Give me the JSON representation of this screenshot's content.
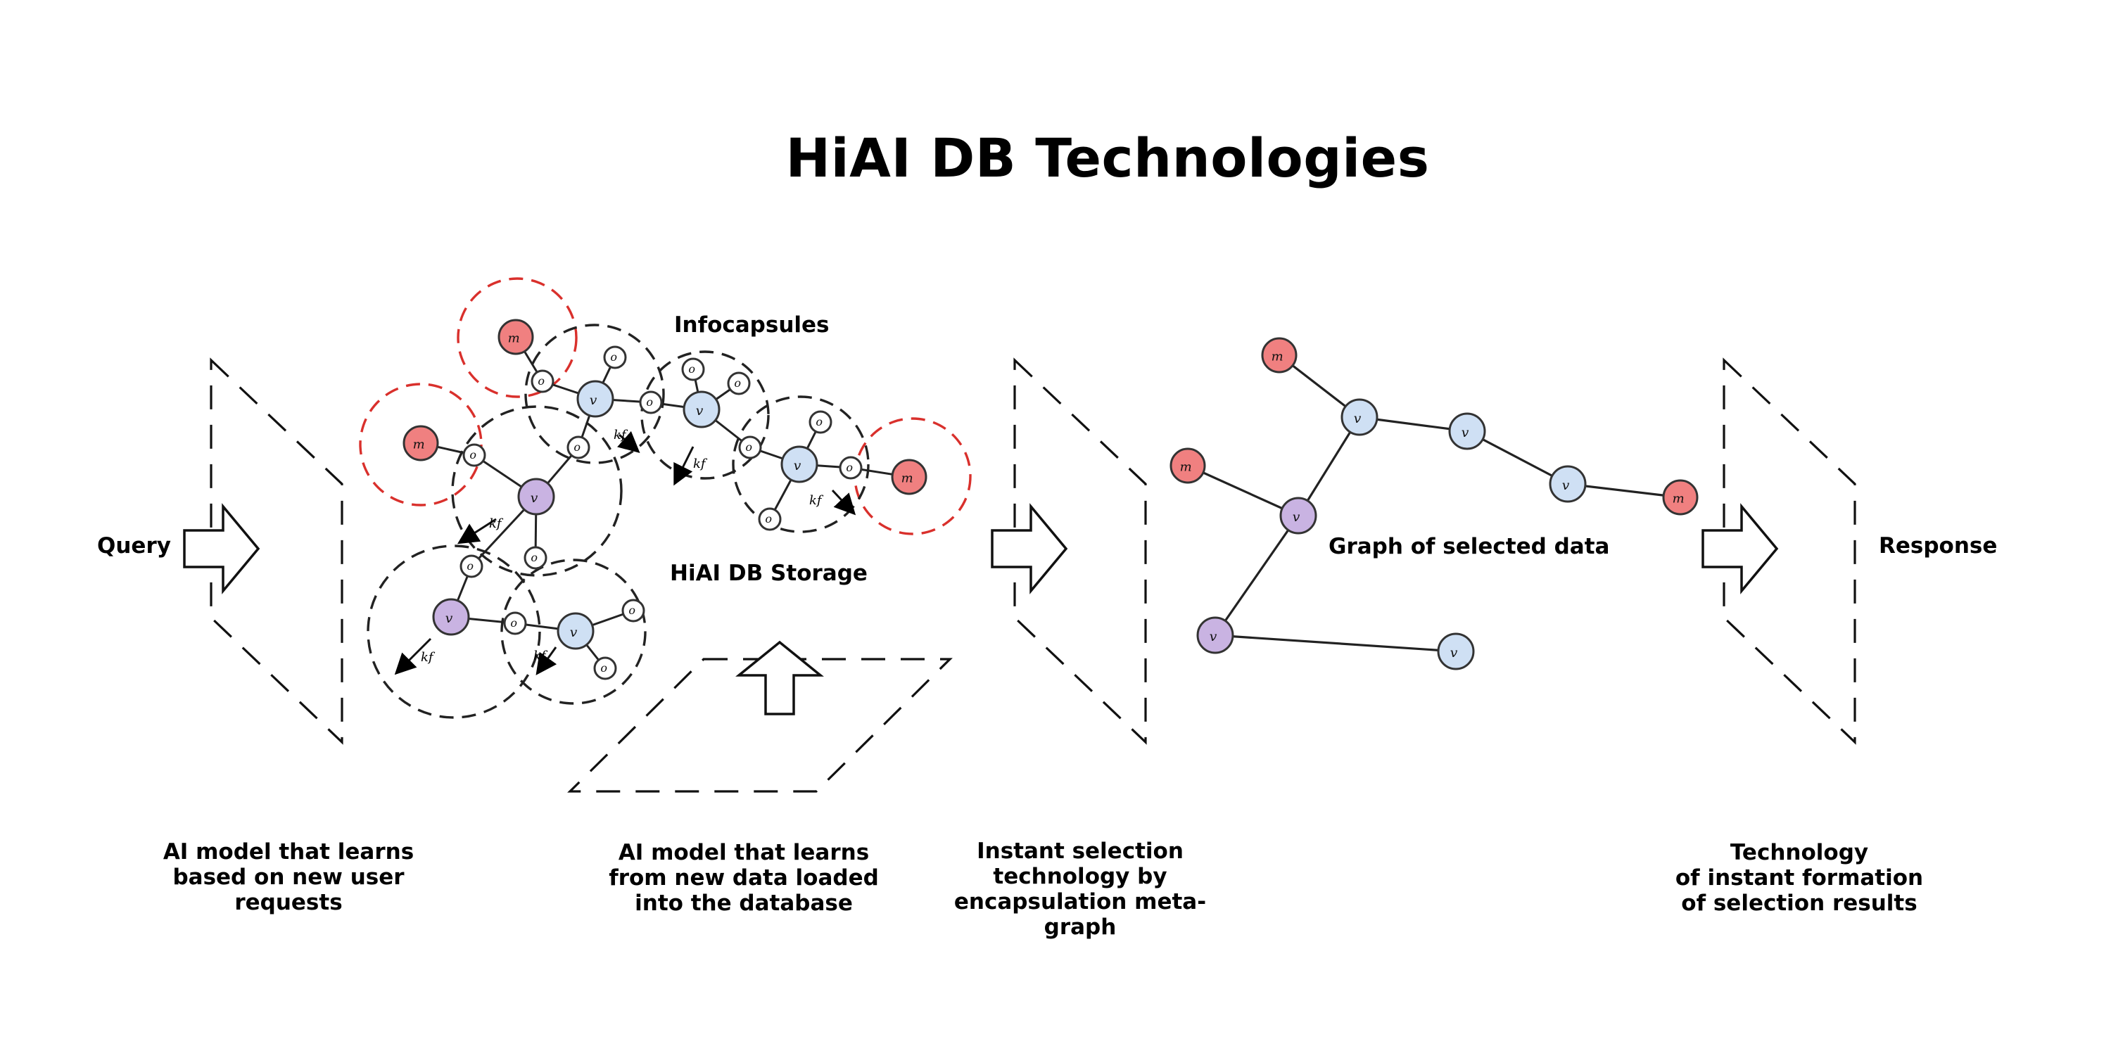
{
  "title": "HiAI DB Technologies",
  "labels": {
    "query": "Query",
    "response": "Response",
    "infocapsules": "Infocapsules",
    "storage": "HiAI DB Storage",
    "selected_graph": "Graph of selected data"
  },
  "captions": {
    "learn_requests": "AI model that learns\nbased on new user\nrequests",
    "learn_data": "AI model that learns\nfrom new data loaded\ninto the database",
    "instant_selection": "Instant selection\ntechnology by\nencapsulation meta-graph",
    "instant_formation": "Technology\nof instant formation\nof selection results"
  },
  "node_labels": {
    "v": "v",
    "m": "m",
    "o": "o",
    "kf": "kf"
  },
  "colors": {
    "v_blue": "#cfe0f4",
    "v_purple": "#c9b3e2",
    "m_red": "#f08080",
    "capsule_dash": "#222222",
    "m_dash": "#d9302c"
  }
}
